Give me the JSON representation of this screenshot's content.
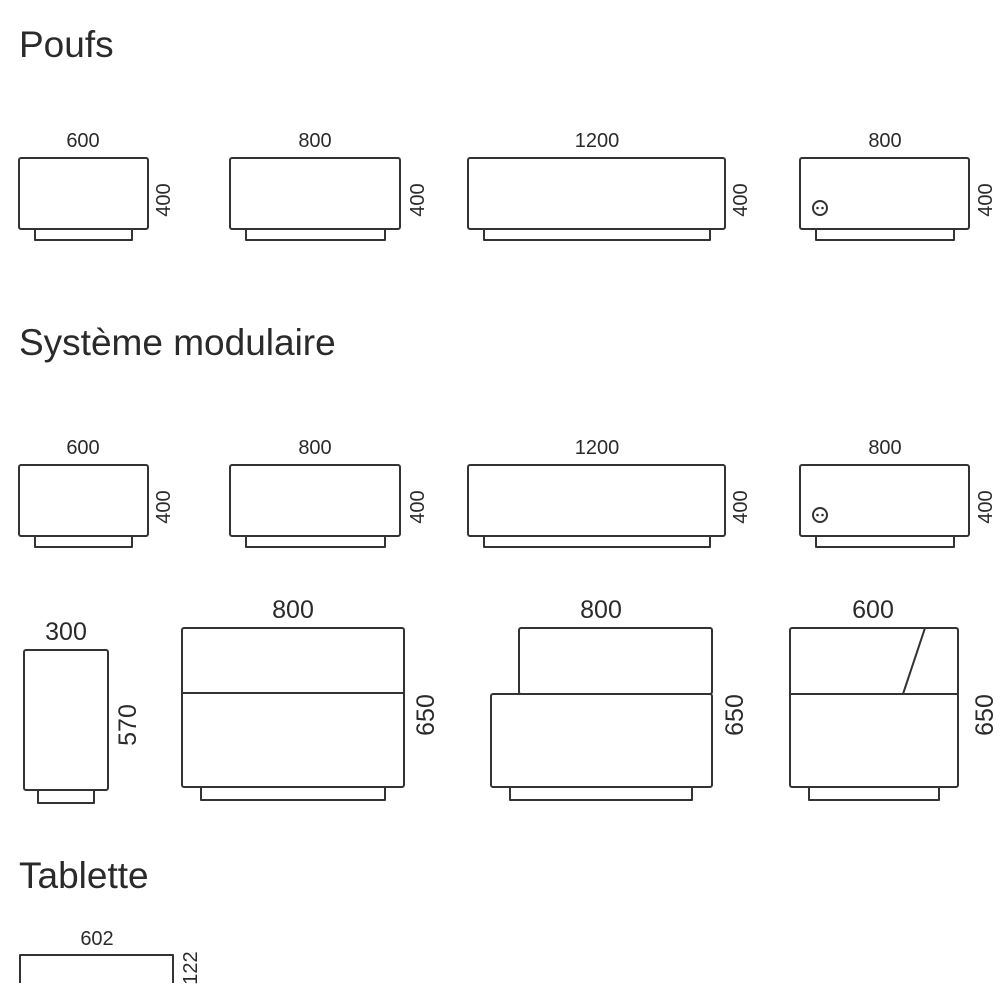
{
  "sections": {
    "poufs": {
      "title": "Poufs",
      "items": [
        {
          "width": "600",
          "height": "400"
        },
        {
          "width": "800",
          "height": "400"
        },
        {
          "width": "1200",
          "height": "400"
        },
        {
          "width": "800",
          "height": "400"
        }
      ]
    },
    "modular": {
      "title": "Système modulaire",
      "poufs": [
        {
          "width": "600",
          "height": "400"
        },
        {
          "width": "800",
          "height": "400"
        },
        {
          "width": "1200",
          "height": "400"
        },
        {
          "width": "800",
          "height": "400"
        }
      ],
      "seats": [
        {
          "width": "300",
          "height": "570"
        },
        {
          "width": "800",
          "height": "650"
        },
        {
          "width": "800",
          "height": "650"
        },
        {
          "width": "600",
          "height": "650"
        }
      ]
    },
    "tablette": {
      "title": "Tablette",
      "width": "602",
      "height": "122"
    }
  },
  "colors": {
    "line": "#333333",
    "text": "#2a2a2a"
  }
}
